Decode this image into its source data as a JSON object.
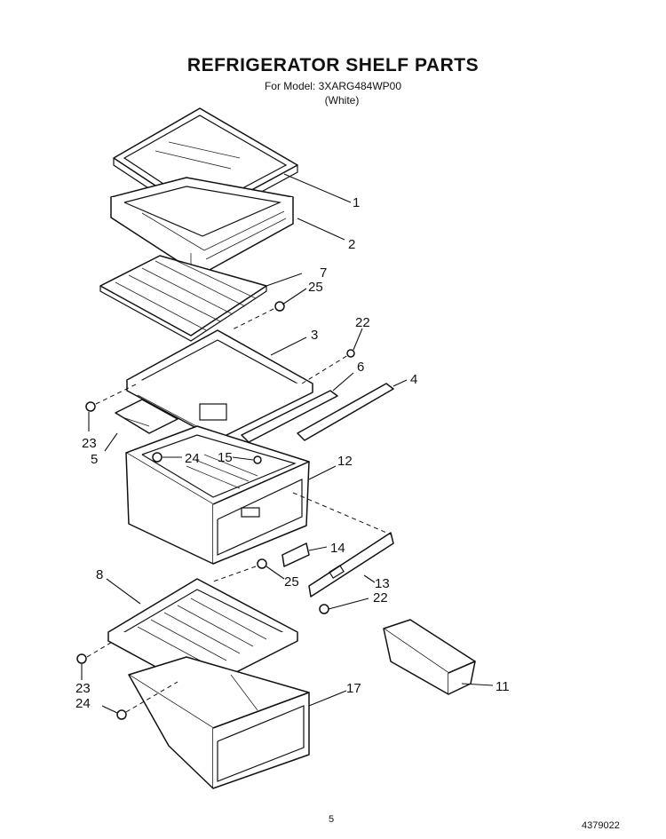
{
  "header": {
    "title": "REFRIGERATOR SHELF PARTS",
    "model_line": "For Model: 3XARG484WP00",
    "color_line": "(White)"
  },
  "callouts": {
    "c1": "1",
    "c2": "2",
    "c7": "7",
    "c25a": "25",
    "c22a": "22",
    "c3": "3",
    "c6": "6",
    "c4": "4",
    "c23a": "23",
    "c5": "5",
    "c24a": "24",
    "c15": "15",
    "c12": "12",
    "c14": "14",
    "c8": "8",
    "c25b": "25",
    "c13": "13",
    "c22b": "22",
    "c11": "11",
    "c23b": "23",
    "c24b": "24",
    "c17": "17"
  },
  "footer": {
    "page_number": "5",
    "document_number": "4379022"
  }
}
